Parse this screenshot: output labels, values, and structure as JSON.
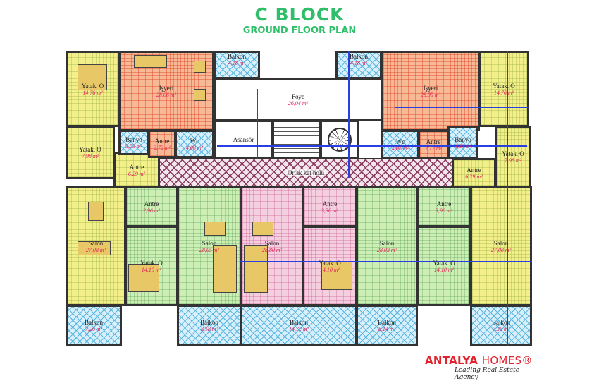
{
  "title": "C BLOCK",
  "subtitle": "GROUND FLOOR PLAN",
  "rooms": [
    {
      "label": "Yatak. O",
      "area": "14,76 m²"
    },
    {
      "label": "İşyeri",
      "area": "28,06 m²"
    },
    {
      "label": "Balkon",
      "area": "4,18 m²"
    },
    {
      "label": "Foye",
      "area": "26,04 m²"
    },
    {
      "label": "Asansör",
      "area": ""
    },
    {
      "label": "Yatak. O",
      "area": "7,98 m²"
    },
    {
      "label": "Antre",
      "area": "6,29 m²"
    },
    {
      "label": "Banyo",
      "area": "3,53 m²"
    },
    {
      "label": "Antre",
      "area": "2,72 m²"
    },
    {
      "label": "Wc",
      "area": "4,08 m²"
    },
    {
      "label": "Ortak kat holü",
      "area": ""
    },
    {
      "label": "Balkon",
      "area": "4,18 m²"
    },
    {
      "label": "İşyeri",
      "area": "28,05 m²"
    },
    {
      "label": "Yatak. O",
      "area": "14,76 m²"
    },
    {
      "label": "Wc",
      "area": "4,08 m²"
    },
    {
      "label": "Antre",
      "area": "2,72 m²"
    },
    {
      "label": "Banyo",
      "area": "3,33 m²"
    },
    {
      "label": "Yatak. O",
      "area": "7,98 m²"
    },
    {
      "label": "Antre",
      "area": "6,29 m²"
    },
    {
      "label": "Salon",
      "area": "27,08 m²"
    },
    {
      "label": "Antre",
      "area": "2,96 m²"
    },
    {
      "label": "Yatak. O",
      "area": "14,10 m²"
    },
    {
      "label": "Salon",
      "area": "28,05 m²"
    },
    {
      "label": "Salon",
      "area": "28,80 m²"
    },
    {
      "label": "Antre",
      "area": "3,36 m²"
    },
    {
      "label": "Yatak. O",
      "area": "14,10 m²"
    },
    {
      "label": "Salon",
      "area": "28,03 m²"
    },
    {
      "label": "Antre",
      "area": "3,96 m²"
    },
    {
      "label": "Yatak. O",
      "area": "14,10 m²"
    },
    {
      "label": "Salon",
      "area": "27,08 m²"
    },
    {
      "label": "Balkon",
      "area": "7,26 m²"
    },
    {
      "label": "Balkon",
      "area": "8,18 m²"
    },
    {
      "label": "Balkon",
      "area": "14,72 m²"
    },
    {
      "label": "Balkon",
      "area": "8,14 m²"
    },
    {
      "label": "Balkon",
      "area": "7,36 m²"
    }
  ],
  "logo": {
    "brand_bold": "ANTALYA",
    "brand_light": "HOMES®",
    "tagline": "Leading Real Estate Agency"
  },
  "colors": {
    "title": "#2fbf6a",
    "brand": "#e3222d",
    "dimension_lines": "#2a3fe0",
    "area_text": "#e0245a"
  }
}
